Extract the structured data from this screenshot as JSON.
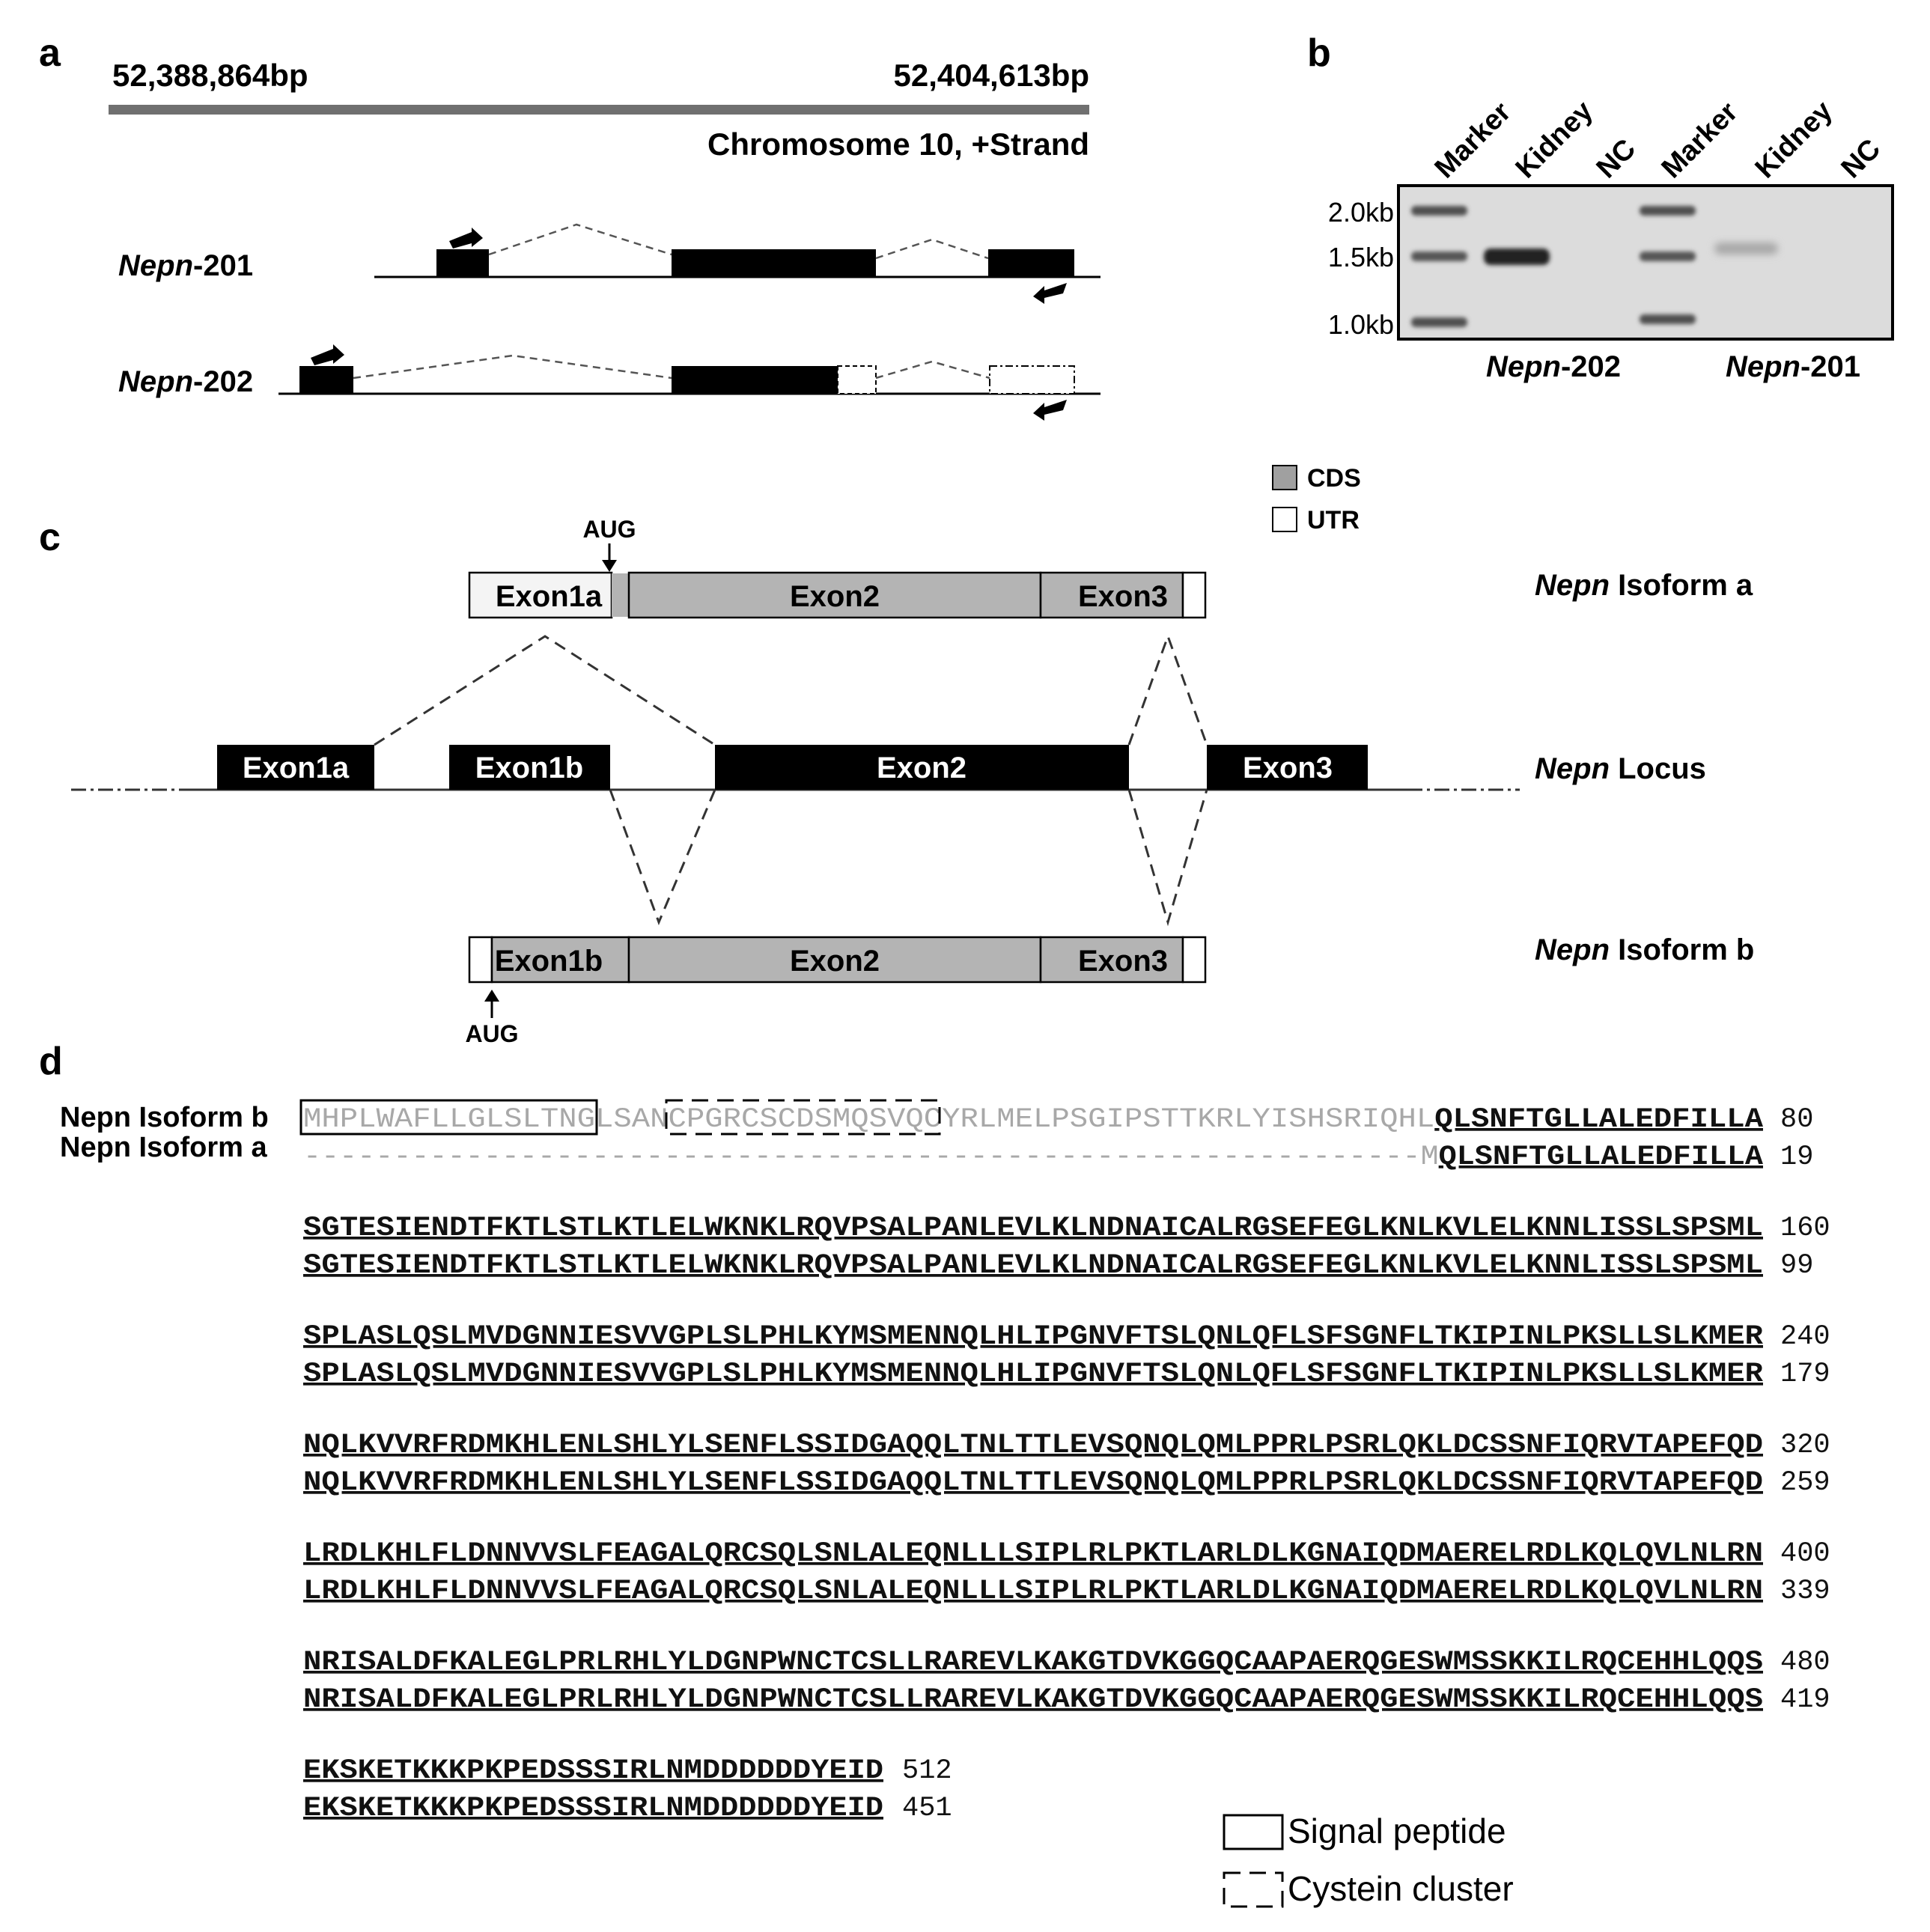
{
  "panel_a": {
    "letter": "a",
    "start_coord": "52,388,864bp",
    "end_coord": "52,404,613bp",
    "chromosome": "Chromosome 10, +Strand",
    "transcript_201_italic": "Nepn",
    "transcript_201_suffix": "-201",
    "transcript_202_italic": "Nepn",
    "transcript_202_suffix": "-202"
  },
  "panel_b": {
    "letter": "b",
    "lanes": [
      "Marker",
      "Kidney",
      "NC",
      "Marker",
      "Kidney",
      "NC"
    ],
    "size_markers": [
      "2.0kb",
      "1.5kb",
      "1.0kb"
    ],
    "caption_left_italic": "Nepn",
    "caption_left_suffix": "-202",
    "caption_right_italic": "Nepn",
    "caption_right_suffix": "-201"
  },
  "panel_c": {
    "letter": "c",
    "legend_cds": "CDS",
    "legend_utr": "UTR",
    "aug_label": "AUG",
    "isoform_a": {
      "exon1": "Exon1a",
      "exon2": "Exon2",
      "exon3": "Exon3",
      "label_italic": "Nepn",
      "label_rest": " Isoform a"
    },
    "locus": {
      "exon1a": "Exon1a",
      "exon1b": "Exon1b",
      "exon2": "Exon2",
      "exon3": "Exon3",
      "label_italic": "Nepn",
      "label_rest": " Locus"
    },
    "isoform_b": {
      "exon1": "Exon1b",
      "exon2": "Exon2",
      "exon3": "Exon3",
      "label_italic": "Nepn",
      "label_rest": " Isoform b"
    }
  },
  "panel_d": {
    "letter": "d",
    "name_b": "Nepn Isoform b",
    "name_a": "Nepn Isoform a",
    "first_row": {
      "b_gray": "MHPLWAFLLGLSLTNGLSANCPGRCSCDSMQSVQCYRLMELPSGIPSTTKRLYISHSRIQHL",
      "b_black": "QLSNFTGLLALEDFILLA",
      "b_num": "80",
      "a_gray": "--------------------------------------------------------------M",
      "a_black": "QLSNFTGLLALEDFILLA",
      "a_num": "19"
    },
    "blocks": [
      {
        "seq": "SGTESIENDTFKTLSTLKTLELWKNKLRQVPSALPANLEVLKLNDNAICALRGSEFEGLKNLKVLELKNNLISSLSPSML",
        "num_b": "160",
        "num_a": "99"
      },
      {
        "seq": "SPLASLQSLMVDGNNIESVVGPLSLPHLKYMSMENNQLHLIPGNVFTSLQNLQFLSFSGNFLTKIPINLPKSLLSLKMER",
        "num_b": "240",
        "num_a": "179"
      },
      {
        "seq": "NQLKVVRFRDMKHLENLSHLYLSENFLSSIDGAQQLTNLTTLEVSQNQLQMLPPRLPSRLQKLDCSSNFIQRVTAPEFQD",
        "num_b": "320",
        "num_a": "259"
      },
      {
        "seq": "LRDLKHLFLDNNVVSLFEAGALQRCSQLSNLALEQNLLLSIPLRLPKTLARLDLKGNAIQDMAERELRDLKQLQVLNLRN",
        "num_b": "400",
        "num_a": "339"
      },
      {
        "seq": "NRISALDFKALEGLPRLRHLYLDGNPWNCTCSLLRAREVLKAKGTDVKGGQCAAPAERQGESWMSSKKILRQCEHHLQQS",
        "num_b": "480",
        "num_a": "419"
      },
      {
        "seq": "EKSKETKKKPKPEDSSSIRLNMDDDDDDYEID",
        "num_b": "512",
        "num_a": "451"
      }
    ],
    "legend_signal": "Signal peptide",
    "legend_cys": "Cystein cluster"
  }
}
